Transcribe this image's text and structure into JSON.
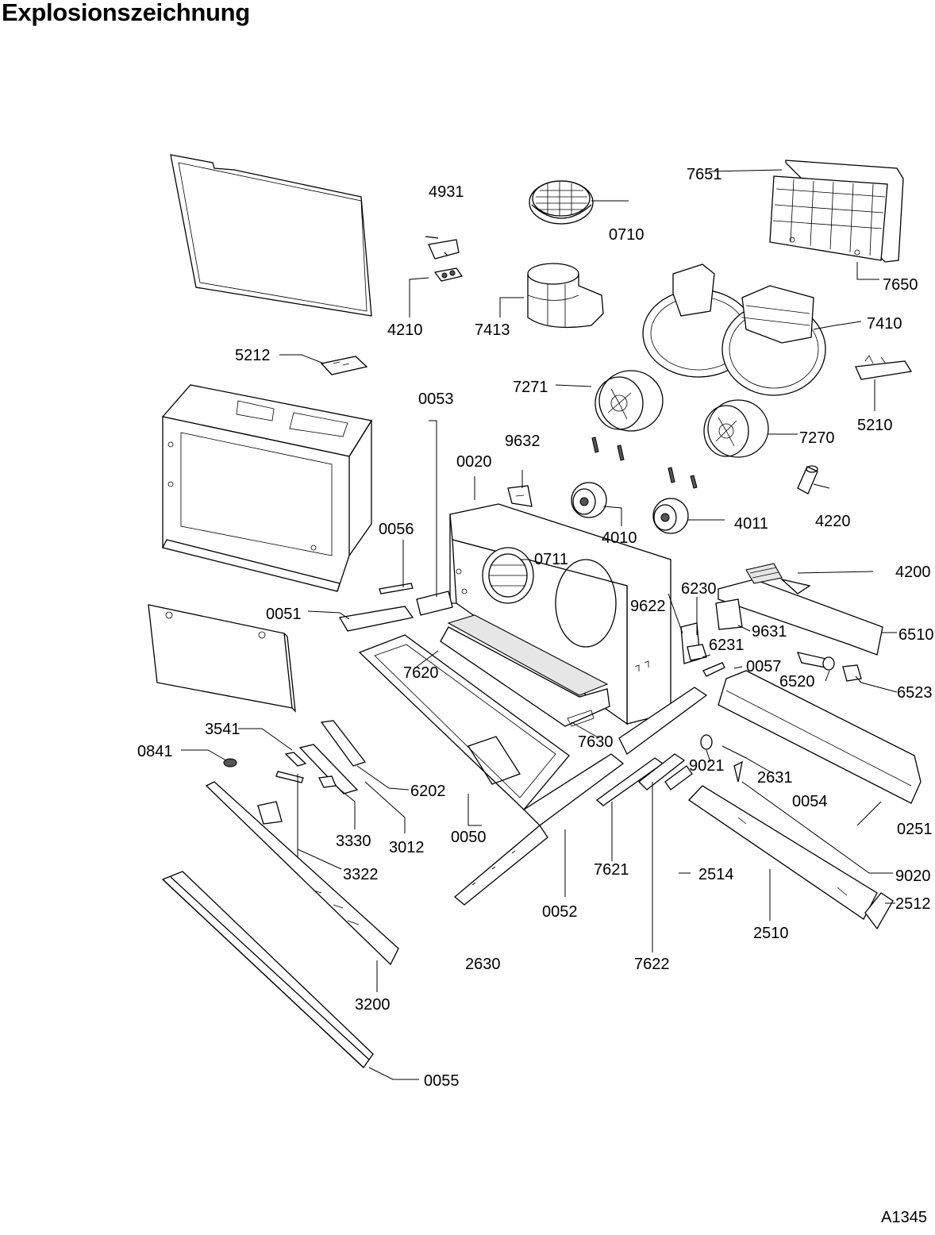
{
  "header": {
    "title": "Explosionszeichnung"
  },
  "footer": {
    "drawing_ref": "A1345"
  },
  "parts": [
    {
      "id": "0020",
      "label": "0020"
    },
    {
      "id": "0050",
      "label": "0050"
    },
    {
      "id": "0051",
      "label": "0051"
    },
    {
      "id": "0052",
      "label": "0052"
    },
    {
      "id": "0053",
      "label": "0053"
    },
    {
      "id": "0054",
      "label": "0054"
    },
    {
      "id": "0055",
      "label": "0055"
    },
    {
      "id": "0056",
      "label": "0056"
    },
    {
      "id": "0057",
      "label": "0057"
    },
    {
      "id": "0251",
      "label": "0251"
    },
    {
      "id": "0710",
      "label": "0710"
    },
    {
      "id": "0711",
      "label": "0711"
    },
    {
      "id": "0841",
      "label": "0841"
    },
    {
      "id": "2510",
      "label": "2510"
    },
    {
      "id": "2512",
      "label": "2512"
    },
    {
      "id": "2514",
      "label": "2514"
    },
    {
      "id": "2630",
      "label": "2630"
    },
    {
      "id": "2631",
      "label": "2631"
    },
    {
      "id": "3012",
      "label": "3012"
    },
    {
      "id": "3200",
      "label": "3200"
    },
    {
      "id": "3322",
      "label": "3322"
    },
    {
      "id": "3330",
      "label": "3330"
    },
    {
      "id": "3541",
      "label": "3541"
    },
    {
      "id": "4010",
      "label": "4010"
    },
    {
      "id": "4011",
      "label": "4011"
    },
    {
      "id": "4200",
      "label": "4200"
    },
    {
      "id": "4210",
      "label": "4210"
    },
    {
      "id": "4220",
      "label": "4220"
    },
    {
      "id": "4931",
      "label": "4931"
    },
    {
      "id": "5210",
      "label": "5210"
    },
    {
      "id": "5212",
      "label": "5212"
    },
    {
      "id": "6202",
      "label": "6202"
    },
    {
      "id": "6230",
      "label": "6230"
    },
    {
      "id": "6231",
      "label": "6231"
    },
    {
      "id": "6510",
      "label": "6510"
    },
    {
      "id": "6520",
      "label": "6520"
    },
    {
      "id": "6523",
      "label": "6523"
    },
    {
      "id": "7270",
      "label": "7270"
    },
    {
      "id": "7271",
      "label": "7271"
    },
    {
      "id": "7410",
      "label": "7410"
    },
    {
      "id": "7413",
      "label": "7413"
    },
    {
      "id": "7620",
      "label": "7620"
    },
    {
      "id": "7621",
      "label": "7621"
    },
    {
      "id": "7622",
      "label": "7622"
    },
    {
      "id": "7630",
      "label": "7630"
    },
    {
      "id": "7650",
      "label": "7650"
    },
    {
      "id": "7651",
      "label": "7651"
    },
    {
      "id": "9020",
      "label": "9020"
    },
    {
      "id": "9021",
      "label": "9021"
    },
    {
      "id": "9622",
      "label": "9622"
    },
    {
      "id": "9631",
      "label": "9631"
    },
    {
      "id": "9632",
      "label": "9632"
    }
  ]
}
